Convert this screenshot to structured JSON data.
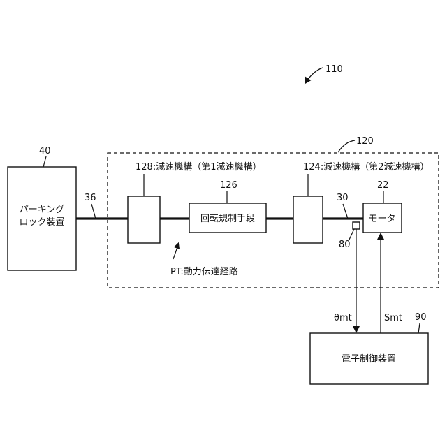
{
  "diagram": {
    "figure_ref": "110",
    "system_ref": "120",
    "parking_lock": {
      "ref": "40",
      "line1": "パーキング",
      "line2": "ロック装置"
    },
    "shaft_ref": "36",
    "reducer_first": {
      "ref_label": "128:減速機構（第1減速機構）"
    },
    "rotation_limiter": {
      "ref": "126",
      "label": "回転規制手段"
    },
    "reducer_second": {
      "ref_label": "124:減速機構（第2減速機構）"
    },
    "motor_shaft_ref": "30",
    "motor": {
      "ref": "22",
      "label": "モータ"
    },
    "sensor_ref": "80",
    "power_path": "PT:動力伝達経路",
    "signal_theta": "θmt",
    "signal_smt": "Smt",
    "ecu": {
      "ref": "90",
      "label": "電子制御装置"
    }
  }
}
